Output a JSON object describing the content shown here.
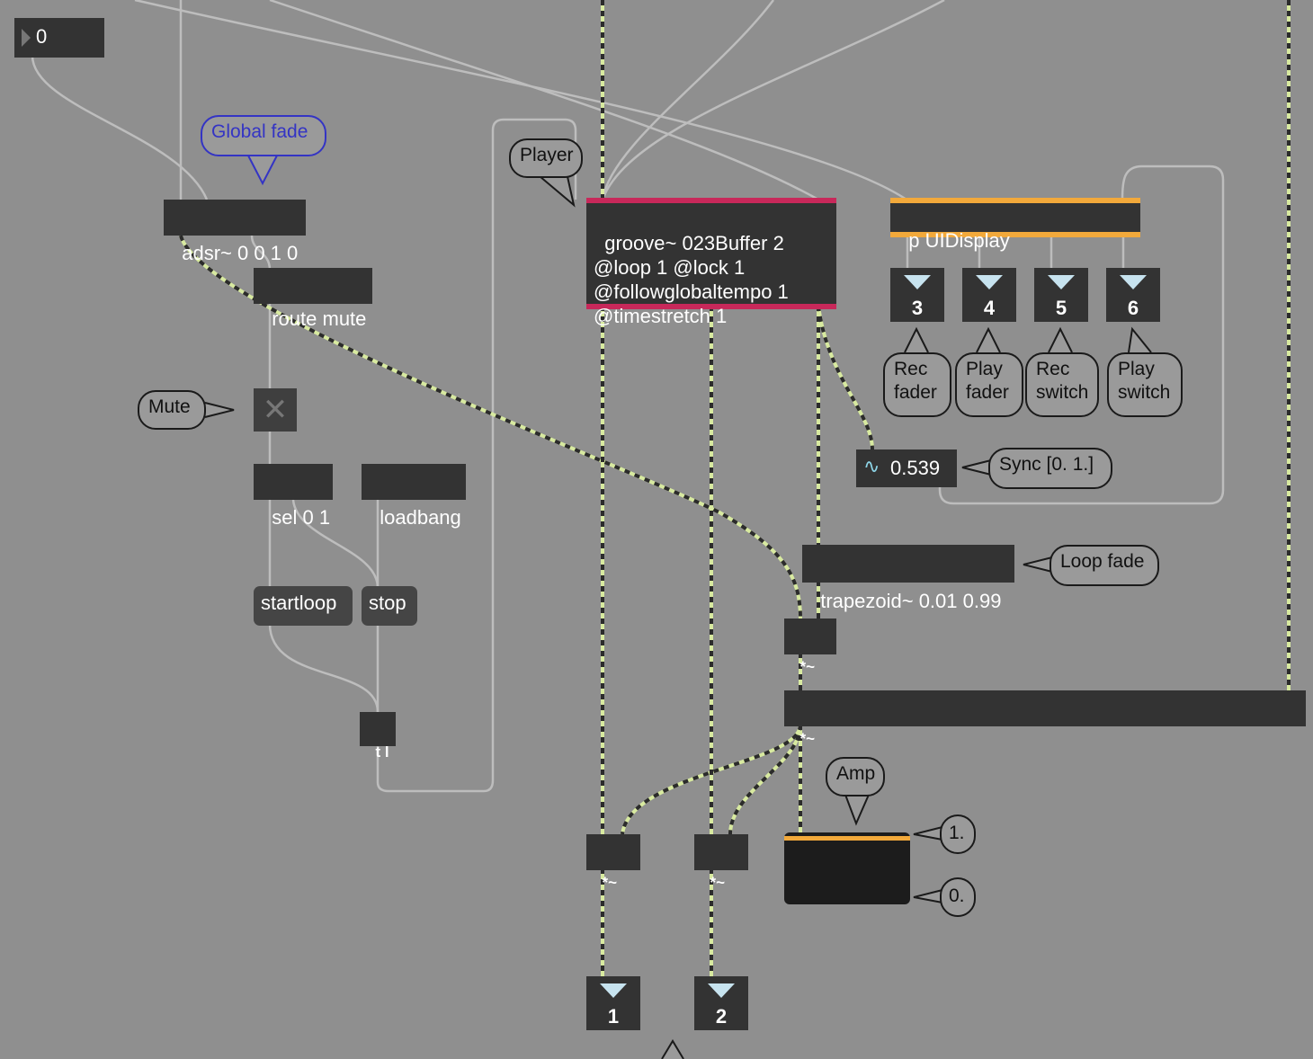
{
  "top_number": {
    "value": "0"
  },
  "objects": {
    "adsr": "adsr~ 0 0 1 0",
    "route_mute": "route mute",
    "sel": "sel 0 1",
    "loadbang": "loadbang",
    "groove": "groove~ 023Buffer 2\n@loop 1 @lock 1\n@followglobaltempo 1\n@timestretch 1",
    "uidisplay": "p UIDisplay",
    "trapezoid": "trapezoid~ 0.01 0.99",
    "mult1": "*~",
    "mult2": "*~",
    "mult3": "*~",
    "mult4": "*~",
    "t_i": "t l"
  },
  "messages": {
    "startloop": "startloop",
    "stop": "stop"
  },
  "sync_number": {
    "icon": "sine-wave-icon",
    "value": "0.539"
  },
  "outlets": {
    "o1": "1",
    "o2": "2",
    "o3": "3",
    "o4": "4",
    "o5": "5",
    "o6": "6"
  },
  "comments": {
    "global_fade": "Global fade",
    "player": "Player",
    "mute": "Mute",
    "rec_fader": "Rec\nfader",
    "play_fader": "Play\nfader",
    "rec_switch": "Rec\nswitch",
    "play_switch": "Play\nswitch",
    "sync": "Sync [0. 1.]",
    "loop_fade": "Loop fade",
    "amp": "Amp",
    "max_label": "1.",
    "min_label": "0."
  },
  "colors": {
    "background": "#8f8f8f",
    "object": "#333333",
    "groove_accent": "#c8285a",
    "ui_accent": "#f2a93b",
    "signal_cable": "#d8eaa0",
    "control_cable": "#bdbdbd",
    "comment_blue": "#3434c4"
  },
  "meter": {
    "level": 0.0
  }
}
